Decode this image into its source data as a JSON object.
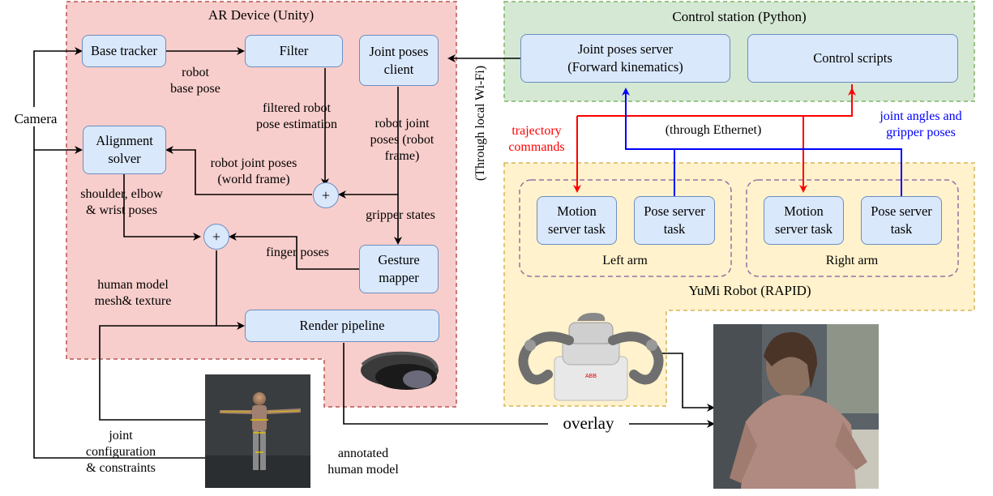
{
  "regions": {
    "ar_device": "AR Device (Unity)",
    "control_station": "Control station (Python)",
    "yumi": "YuMi Robot (RAPID)",
    "left_arm": "Left arm",
    "right_arm": "Right arm"
  },
  "boxes": {
    "base_tracker": "Base tracker",
    "filter": "Filter",
    "joint_poses_client": "Joint poses\nclient",
    "alignment_solver": "Alignment\nsolver",
    "gesture_mapper": "Gesture\nmapper",
    "render_pipeline": "Render pipeline",
    "joint_poses_server": "Joint poses server\n(Forward kinematics)",
    "control_scripts": "Control scripts",
    "motion_server_left": "Motion\nserver task",
    "pose_server_left": "Pose server\ntask",
    "motion_server_right": "Motion\nserver task",
    "pose_server_right": "Pose server\ntask"
  },
  "operators": {
    "plus_1": "+",
    "plus_2": "+"
  },
  "labels": {
    "camera": "Camera",
    "robot_base_pose": "robot\nbase pose",
    "filtered_pose": "filtered robot\npose estimation",
    "robot_joint_poses_robot": "robot joint\nposes (robot\nframe)",
    "robot_joint_poses_world": "robot joint poses\n(world frame)",
    "shoulder_elbow_wrist": "shoulder, elbow\n& wrist poses",
    "gripper_states": "gripper states",
    "finger_poses": "finger poses",
    "human_model_mesh": "human model\nmesh& texture",
    "joint_configuration": "joint\nconfiguration\n& constraints",
    "annotated_human_model": "annotated\nhuman model",
    "overlay": "overlay",
    "through_wifi": "(Through local Wi-Fi)",
    "trajectory_commands": "trajectory\ncommands",
    "through_ethernet": "(through Ethernet)",
    "joint_angles_gripper": "joint angles and\ngripper poses"
  },
  "colors": {
    "ar_region_fill": "#f8cecc",
    "ar_region_stroke": "#b85450",
    "control_region_fill": "#d5e8d4",
    "control_region_stroke": "#82b366",
    "yumi_region_fill": "#fff2cc",
    "yumi_region_stroke": "#d6b656",
    "box_fill": "#dae8fc",
    "box_stroke": "#6c8ebf",
    "arm_group_stroke": "#9673a6",
    "command_arrow": "#ff0000",
    "feedback_arrow": "#0000ff"
  },
  "images": {
    "hololens": "hololens-headset",
    "robot_photo": "yumi-robot-photo",
    "human_model": "annotated-human-model-render",
    "overlay_photo": "ar-overlay-photo"
  }
}
